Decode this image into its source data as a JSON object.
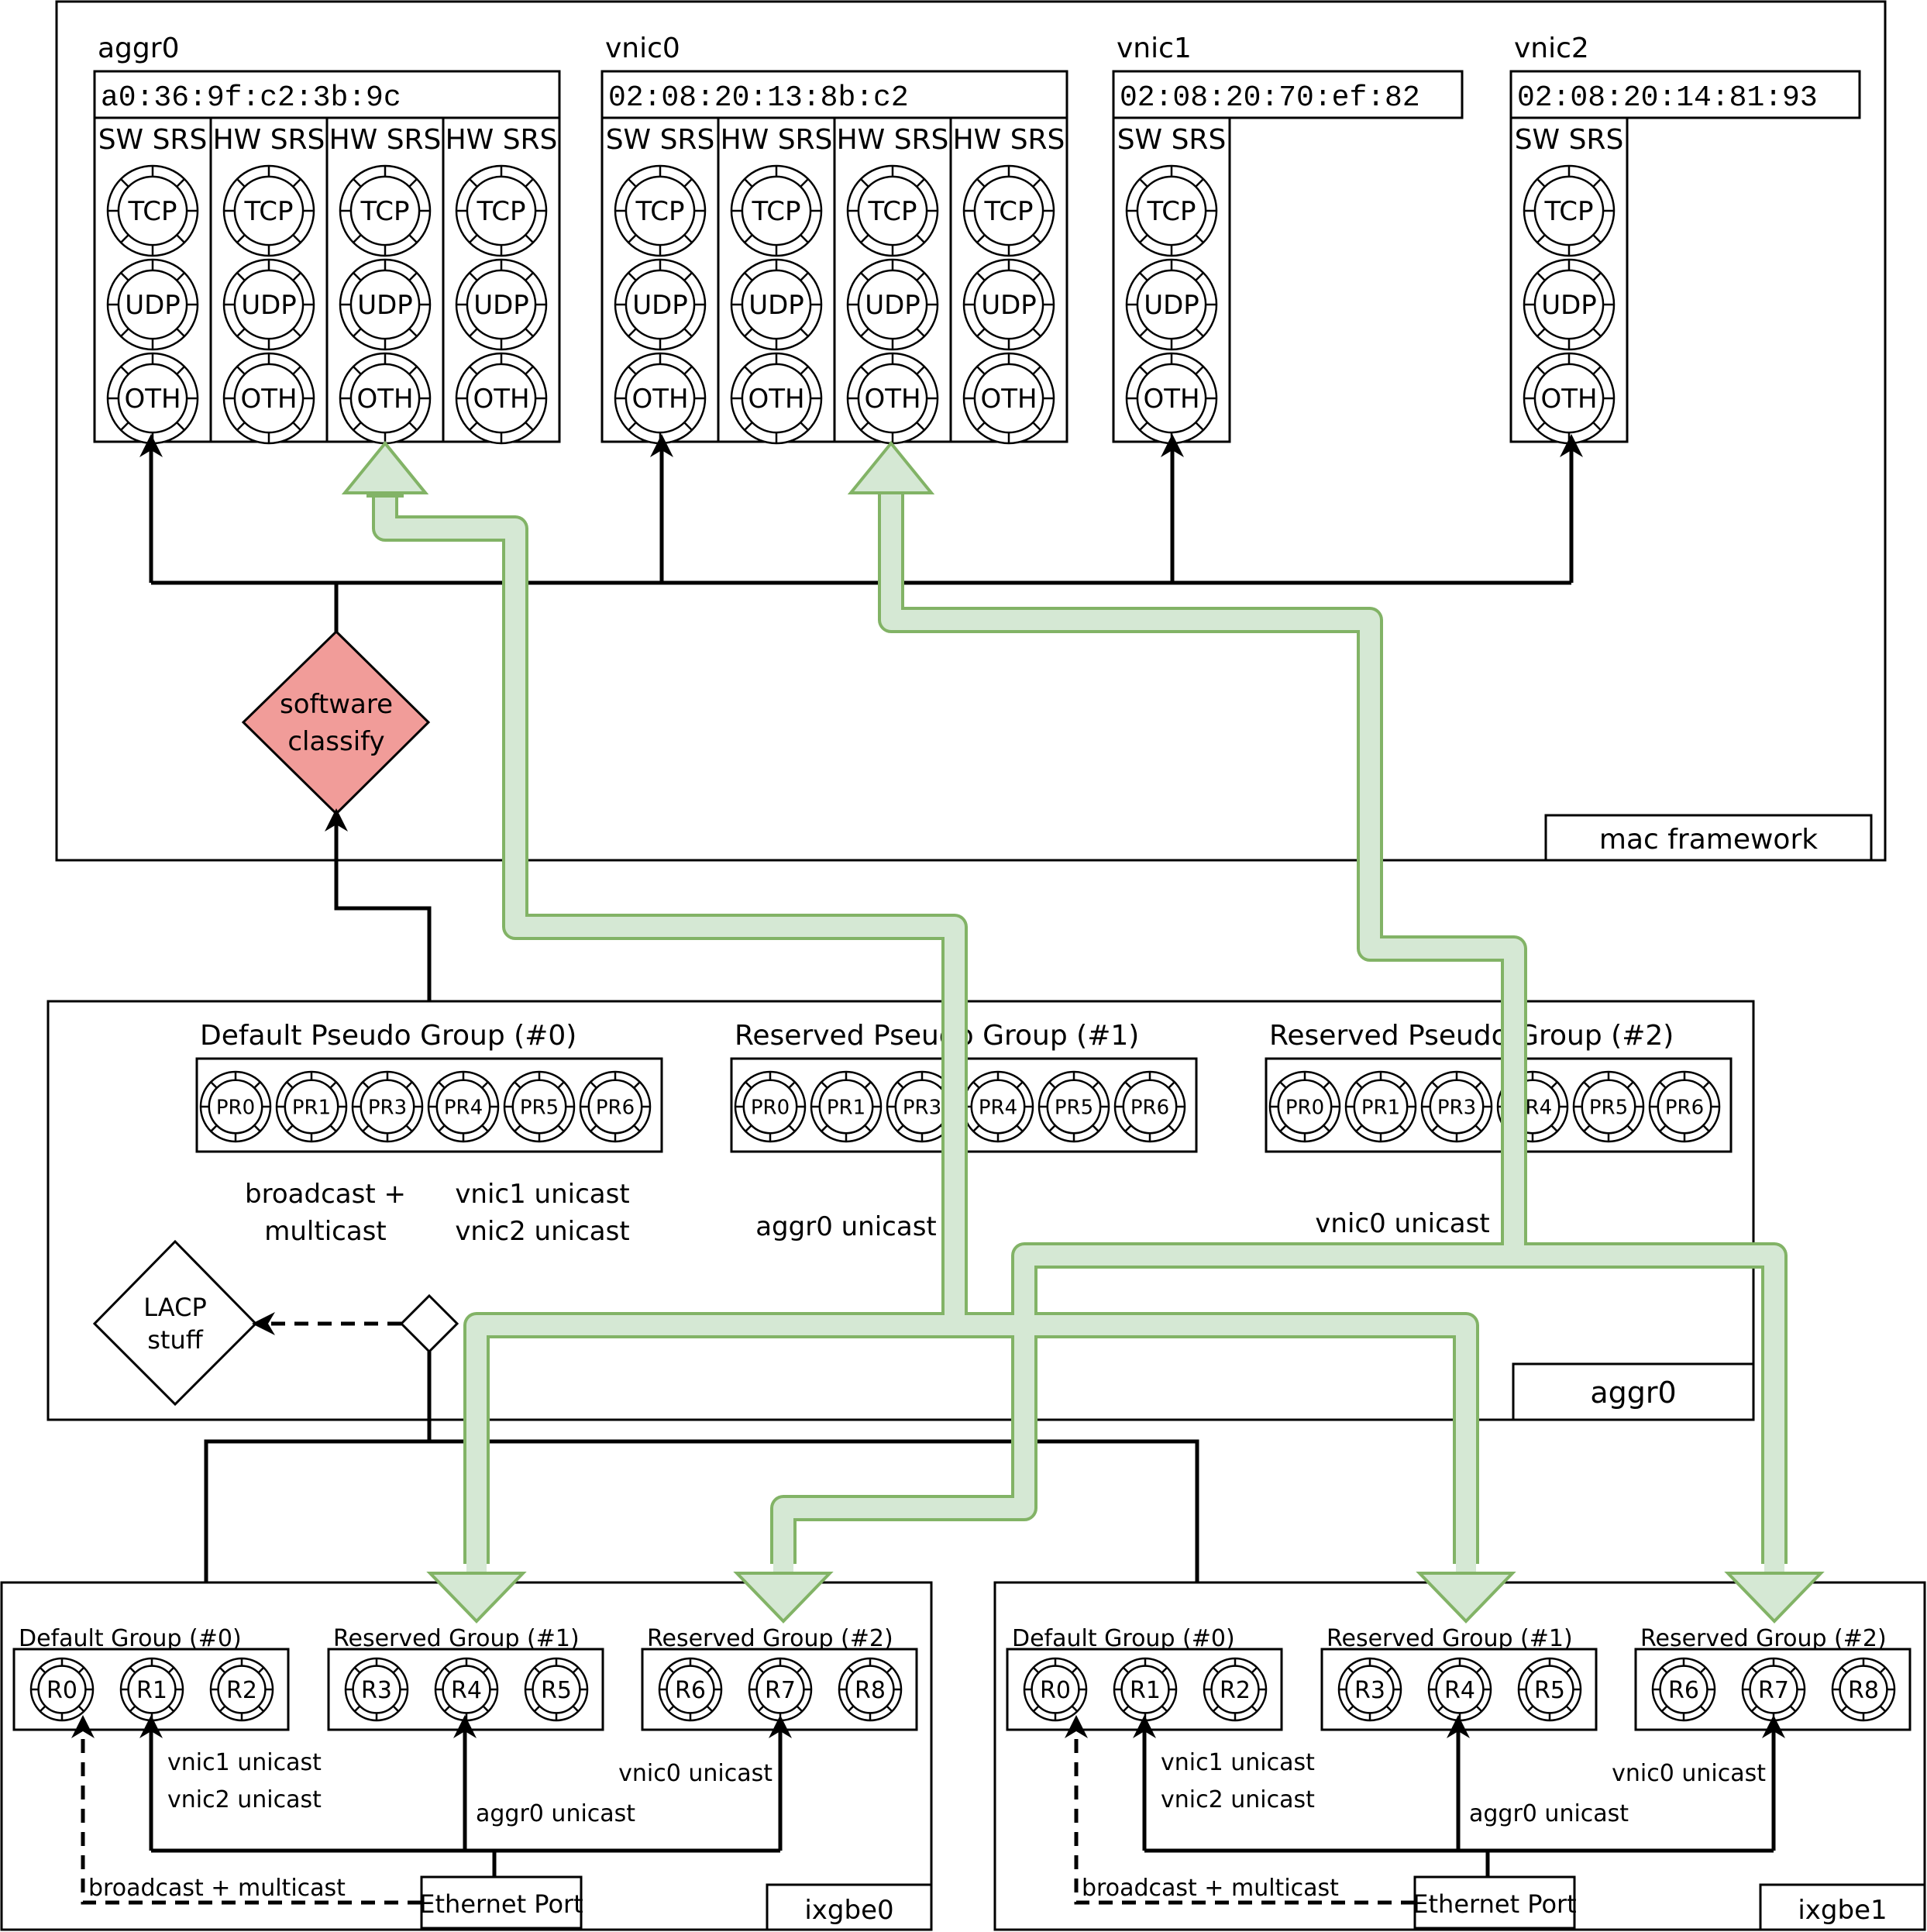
{
  "mac_framework": {
    "label": "mac framework",
    "classify_label_1": "software",
    "classify_label_2": "classify",
    "classify_color": "#f19c99",
    "clients": [
      {
        "name": "aggr0",
        "mac": "a0:36:9f:c2:3b:9c",
        "srs": [
          "SW SRS",
          "HW SRS",
          "HW SRS",
          "HW SRS"
        ]
      },
      {
        "name": "vnic0",
        "mac": "02:08:20:13:8b:c2",
        "srs": [
          "SW SRS",
          "HW SRS",
          "HW SRS",
          "HW SRS"
        ]
      },
      {
        "name": "vnic1",
        "mac": "02:08:20:70:ef:82",
        "srs": [
          "SW SRS"
        ]
      },
      {
        "name": "vnic2",
        "mac": "02:08:20:14:81:93",
        "srs": [
          "SW SRS"
        ]
      }
    ],
    "rings": [
      "TCP",
      "UDP",
      "OTH"
    ]
  },
  "aggr": {
    "label": "aggr0",
    "groups": [
      {
        "title": "Default Pseudo Group (#0)",
        "rings": [
          "PR0",
          "PR1",
          "PR3",
          "PR4",
          "PR5",
          "PR6"
        ]
      },
      {
        "title": "Reserved Pseudo Group (#1)",
        "rings": [
          "PR0",
          "PR1",
          "PR3",
          "PR4",
          "PR5",
          "PR6"
        ]
      },
      {
        "title": "Reserved Pseudo Group (#2)",
        "rings": [
          "PR0",
          "PR1",
          "PR3",
          "PR4",
          "PR5",
          "PR6"
        ]
      }
    ],
    "labels": {
      "bcast_1": "broadcast +",
      "bcast_2": "multicast",
      "vnic1_unicast": "vnic1 unicast",
      "vnic2_unicast": "vnic2 unicast",
      "aggr0_unicast": "aggr0 unicast",
      "vnic0_unicast": "vnic0 unicast"
    },
    "lacp_1": "LACP",
    "lacp_2": "stuff"
  },
  "nics": [
    {
      "label": "ixgbe0",
      "groups": [
        {
          "title": "Default Group (#0)",
          "rings": [
            "R0",
            "R1",
            "R2"
          ]
        },
        {
          "title": "Reserved Group (#1)",
          "rings": [
            "R3",
            "R4",
            "R5"
          ]
        },
        {
          "title": "Reserved Group (#2)",
          "rings": [
            "R6",
            "R7",
            "R8"
          ]
        }
      ],
      "port": "Ethernet Port",
      "labels": {
        "vnic1": "vnic1 unicast",
        "vnic2": "vnic2 unicast",
        "aggr0": "aggr0 unicast",
        "vnic0": "vnic0 unicast",
        "bcast": "broadcast + multicast"
      }
    },
    {
      "label": "ixgbe1",
      "groups": [
        {
          "title": "Default Group (#0)",
          "rings": [
            "R0",
            "R1",
            "R2"
          ]
        },
        {
          "title": "Reserved Group (#1)",
          "rings": [
            "R3",
            "R4",
            "R5"
          ]
        },
        {
          "title": "Reserved Group (#2)",
          "rings": [
            "R6",
            "R7",
            "R8"
          ]
        }
      ],
      "port": "Ethernet Port",
      "labels": {
        "vnic1": "vnic1 unicast",
        "vnic2": "vnic2 unicast",
        "aggr0": "aggr0 unicast",
        "vnic0": "vnic0 unicast",
        "bcast": "broadcast + multicast"
      }
    }
  ],
  "colors": {
    "pipe_fill": "#d5e8d4",
    "pipe_stroke": "#82b366"
  }
}
